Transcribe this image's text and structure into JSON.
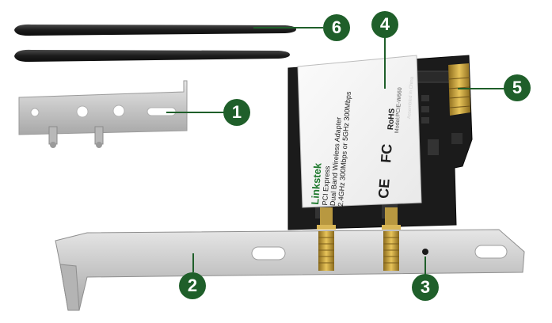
{
  "product": {
    "brand": "Linkstek",
    "model": "Model:PCIE-W660",
    "lines": [
      "PCI Express",
      "Dual Band Wireless Adapter",
      "2.4GHz 300Mbps or 5GHz 300Mbps"
    ],
    "cert_marks": [
      "CE",
      "FC",
      "RoHS"
    ],
    "board_label": "Assembled in China"
  },
  "callouts": [
    {
      "id": "1",
      "label": "1"
    },
    {
      "id": "2",
      "label": "2"
    },
    {
      "id": "3",
      "label": "3"
    },
    {
      "id": "4",
      "label": "4"
    },
    {
      "id": "5",
      "label": "5"
    },
    {
      "id": "6",
      "label": "6"
    }
  ],
  "colors": {
    "callout_fill": "#1f5f2a",
    "callout_line": "#1f5f2a",
    "pcb": "#1a1a1a",
    "gold_contacts": "#d4a73a",
    "bracket_metal": "#c9c9c9",
    "antenna": "#222222",
    "connector_gold": "#c8a24a"
  }
}
